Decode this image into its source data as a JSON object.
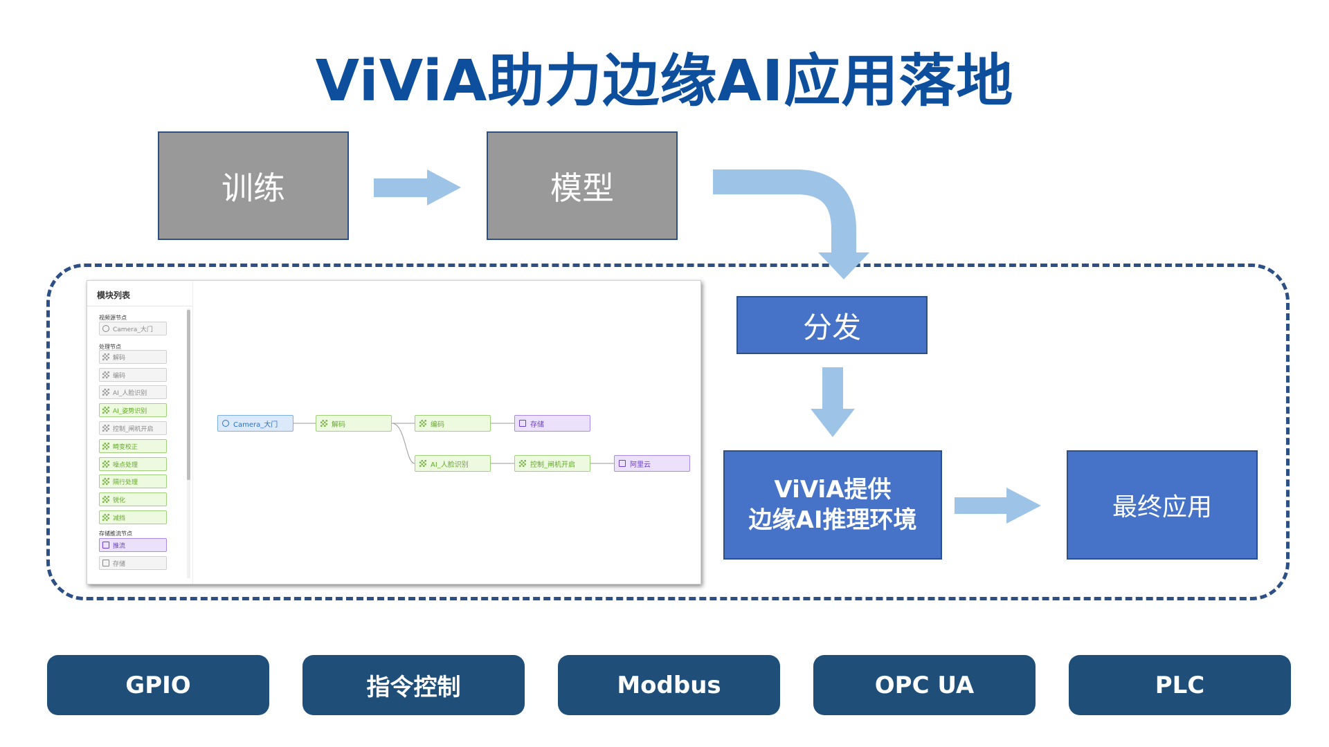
{
  "title": "ViViA助力边缘AI应用落地",
  "flow": {
    "train": "训练",
    "model": "模型",
    "distribute": "分发",
    "vivia_line1": "ViViA提供",
    "vivia_line2": "边缘AI推理环境",
    "final_app": "最终应用"
  },
  "protocols": [
    "GPIO",
    "指令控制",
    "Modbus",
    "OPC UA",
    "PLC"
  ],
  "screenshot": {
    "sidebar_title": "模块列表",
    "groups": {
      "video_source": "视频源节点",
      "processing": "处理节点",
      "storage_push": "存储推流节点"
    },
    "modules": [
      {
        "label": "Camera_大门",
        "style": "gray",
        "icon": "camera-icon"
      },
      {
        "label": "解码",
        "style": "gray",
        "icon": "grid-icon"
      },
      {
        "label": "编码",
        "style": "gray",
        "icon": "grid-icon"
      },
      {
        "label": "AI_人脸识别",
        "style": "gray",
        "icon": "grid-icon"
      },
      {
        "label": "AI_姿势识别",
        "style": "green",
        "icon": "grid-icon"
      },
      {
        "label": "控制_闸机开启",
        "style": "gray",
        "icon": "grid-icon"
      },
      {
        "label": "畸变校正",
        "style": "green",
        "icon": "grid-icon"
      },
      {
        "label": "噪点处理",
        "style": "green",
        "icon": "grid-icon"
      },
      {
        "label": "隔行处理",
        "style": "green",
        "icon": "grid-icon"
      },
      {
        "label": "锐化",
        "style": "green",
        "icon": "grid-icon"
      },
      {
        "label": "减挡",
        "style": "green",
        "icon": "grid-icon"
      },
      {
        "label": "推流",
        "style": "purple",
        "icon": "database-icon"
      },
      {
        "label": "存储",
        "style": "gray",
        "icon": "database-icon"
      }
    ],
    "canvas_nodes": {
      "camera": "Camera_大门",
      "decode": "解码",
      "encode": "编码",
      "store": "存储",
      "face": "AI_人脸识别",
      "gate": "控制_闸机开启",
      "cloud": "阿里云"
    }
  },
  "colors": {
    "title": "#0d4f9c",
    "gray_box": "#999999",
    "blue_box": "#4673c8",
    "pill": "#1f4e79",
    "arrow": "#9dc3e6",
    "dashed_border": "#2c4f86"
  }
}
